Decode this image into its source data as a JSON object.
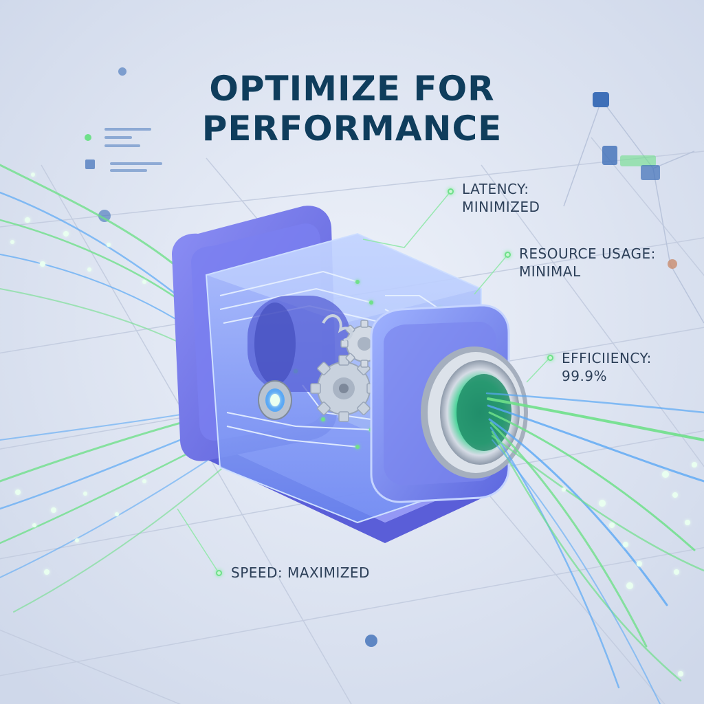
{
  "title": {
    "line1": "OPTIMIZE FOR",
    "line2": "PERFORMANCE"
  },
  "callouts": {
    "latency": {
      "label": "LATENCY:",
      "value": "MINIMIZED"
    },
    "resource": {
      "label": "RESOURCE USAGE:",
      "value": "MINIMAL"
    },
    "efficiency": {
      "label": "EFFICIIENCY:",
      "value": "99.9%"
    },
    "speed": {
      "label": "SPEED: MAXIMIZED"
    }
  },
  "colors": {
    "background": "#dfe5f2",
    "title": "#0f3d5c",
    "device_body": "#6a6fe6",
    "device_glass": "#8fb3ff",
    "fiber_green": "#6fe08a",
    "fiber_blue": "#5aa8f5",
    "gear": "#c9d2de",
    "grid_line": "#c4cde0"
  },
  "icons": [
    "gear-icon",
    "gear-icon",
    "connector-port-icon",
    "connector-port-icon"
  ]
}
